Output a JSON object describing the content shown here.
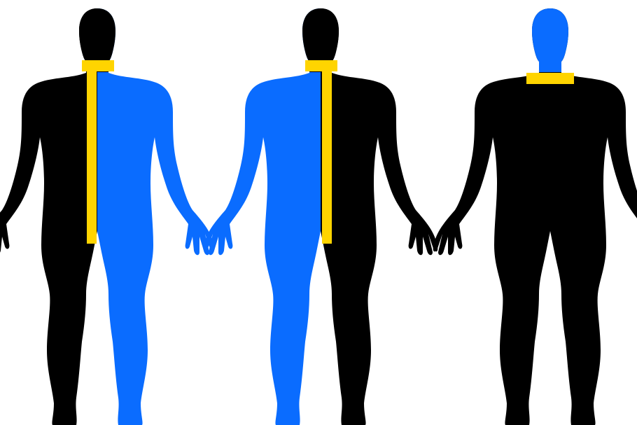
{
  "figures": [
    {
      "id": "left",
      "head": "black",
      "left_side": "black",
      "right_side": "blue",
      "marker": "collar-and-vertical-bar-left-of-midline"
    },
    {
      "id": "middle",
      "head": "black",
      "left_side": "blue",
      "right_side": "black",
      "marker": "collar-and-vertical-bar-right-of-midline"
    },
    {
      "id": "right",
      "head": "blue",
      "left_side": "black",
      "right_side": "black",
      "marker": "horizontal-bar-below-neck"
    }
  ],
  "colors": {
    "black": "#000000",
    "blue": "#0a6cff",
    "yellow": "#ffd400",
    "background": "#ffffff"
  }
}
